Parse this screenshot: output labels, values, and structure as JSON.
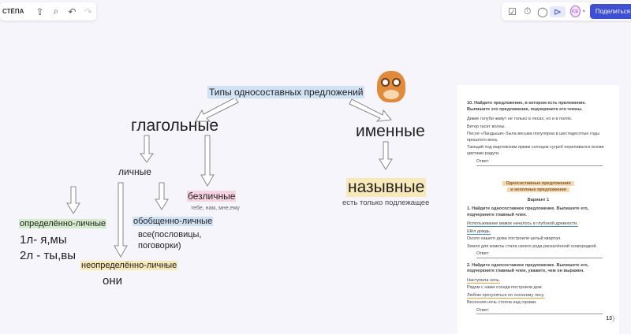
{
  "toolbar": {
    "board_name": "СТЁПА",
    "share_label": "Поделиться",
    "avatar_initials": "ICE"
  },
  "diagram": {
    "title": "Типы односоставных предложений",
    "verbal": "глагольные",
    "nominal": "именные",
    "personal": "личные",
    "impersonal": "безличные",
    "impersonal_examples": "тебе, нам, мне,ему",
    "definite": "определённо-личные",
    "definite_ex1": "1л- я,мы",
    "definite_ex2": "2л - ты,вы",
    "generalized": "обобщенно-личные",
    "generalized_ex1": "все(пословицы,",
    "generalized_ex2": "поговорки)",
    "indefinite": "неопределённо-личные",
    "indefinite_ex": "они",
    "nominative": "назывные",
    "nominative_note": "есть только подлежащее"
  },
  "document": {
    "task10": "10. Найдите предложение, в котором есть приложение. Выпишите это предложение, подчеркните его члены.",
    "task10_lines": [
      "Дикие голуби живут не только в лесах, но и в полях.",
      "Ветер гасит волны.",
      "Песня «Ландыши» была весьма популярна в шестидесятые годы прошлого века.",
      "Тающий под мартовским ярким солнцем сугроб переливался всеми цветами радуги."
    ],
    "answer": "Ответ:",
    "section_title_1": "Односоставные предложения",
    "section_title_2": "и неполные предложения",
    "variant": "Вариант 1",
    "task1": "1. Найдите односоставное предложение. Выпишите его, подчеркните главный член.",
    "task1_lines": [
      "Использование мамок началось в глубокой древности.",
      "Шёл дождь.",
      "Около нашего дома построили целый квартал.",
      "Земля для кометы стала своего рода раскалённой сковородкой."
    ],
    "task2": "2. Найдите односоставное предложение. Выпишите его, подчеркните главный член, укажите, чем он выражен.",
    "task2_lines": [
      "Наступила ночь.",
      "Рядом с нами соседи построили дом.",
      "Люблю прогуляться по осеннему лесу.",
      "Весенняя ночь стояла над горами."
    ],
    "page_number": "13"
  }
}
